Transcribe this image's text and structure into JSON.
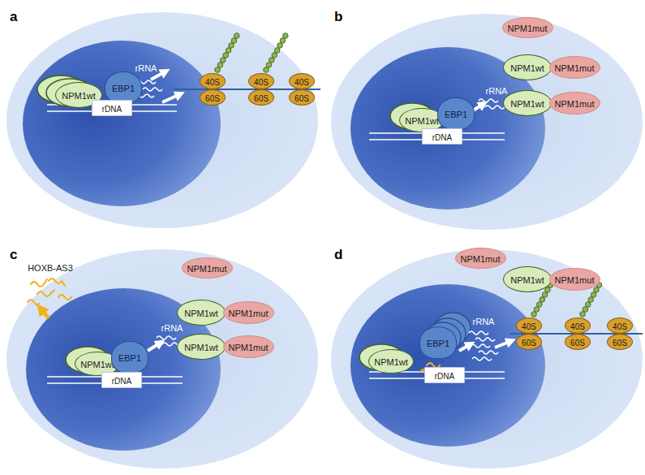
{
  "diagram": {
    "nodes": [
      {
        "text": [
          "NPM1wt"
        ]
      },
      {
        "text": [
          "EBP1"
        ]
      },
      {
        "text": [
          "rDNA"
        ]
      },
      {
        "text": [
          "40S"
        ]
      },
      {
        "text": [
          "60S"
        ]
      },
      {
        "text": [
          "40S"
        ]
      },
      {
        "text": [
          "60S"
        ]
      },
      {
        "text": [
          "40S"
        ]
      },
      {
        "text": [
          "60S"
        ]
      },
      {
        "text": [
          "NPM1mut"
        ]
      },
      {
        "text": [
          "NPM1wt"
        ]
      },
      {
        "text": [
          "NPM1mut"
        ]
      },
      {
        "text": [
          "NPM1wt"
        ]
      },
      {
        "text": [
          "NPM1mut"
        ]
      },
      {
        "text": [
          "NPM1wt"
        ]
      },
      {
        "text": [
          "EBP1"
        ]
      },
      {
        "text": [
          "rDNA"
        ]
      },
      {
        "text": [
          "NPM1mut"
        ]
      },
      {
        "text": [
          "NPM1wt"
        ]
      },
      {
        "text": [
          "NPM1mut"
        ]
      },
      {
        "text": [
          "NPM1wt"
        ]
      },
      {
        "text": [
          "NPM1mut"
        ]
      },
      {
        "text": [
          "NPM1wt"
        ]
      },
      {
        "text": [
          "EBP1"
        ]
      },
      {
        "text": [
          "rDNA"
        ]
      },
      {
        "text": [
          "NPM1mut"
        ]
      },
      {
        "text": [
          "NPM1wt"
        ]
      },
      {
        "text": [
          "NPM1mut"
        ]
      },
      {
        "text": [
          "NPM1wt"
        ]
      },
      {
        "text": [
          "EBP1"
        ]
      },
      {
        "text": [
          "rDNA"
        ]
      },
      {
        "text": [
          "40S"
        ]
      },
      {
        "text": [
          "60S"
        ]
      },
      {
        "text": [
          "40S"
        ]
      },
      {
        "text": [
          "60S"
        ]
      },
      {
        "text": [
          "40S"
        ]
      },
      {
        "text": [
          "60S"
        ]
      }
    ],
    "labels": [
      "a",
      "rRNA",
      "b",
      "rRNA",
      "c",
      "HOXB-AS3",
      "rRNA",
      "d",
      "rRNA"
    ]
  }
}
